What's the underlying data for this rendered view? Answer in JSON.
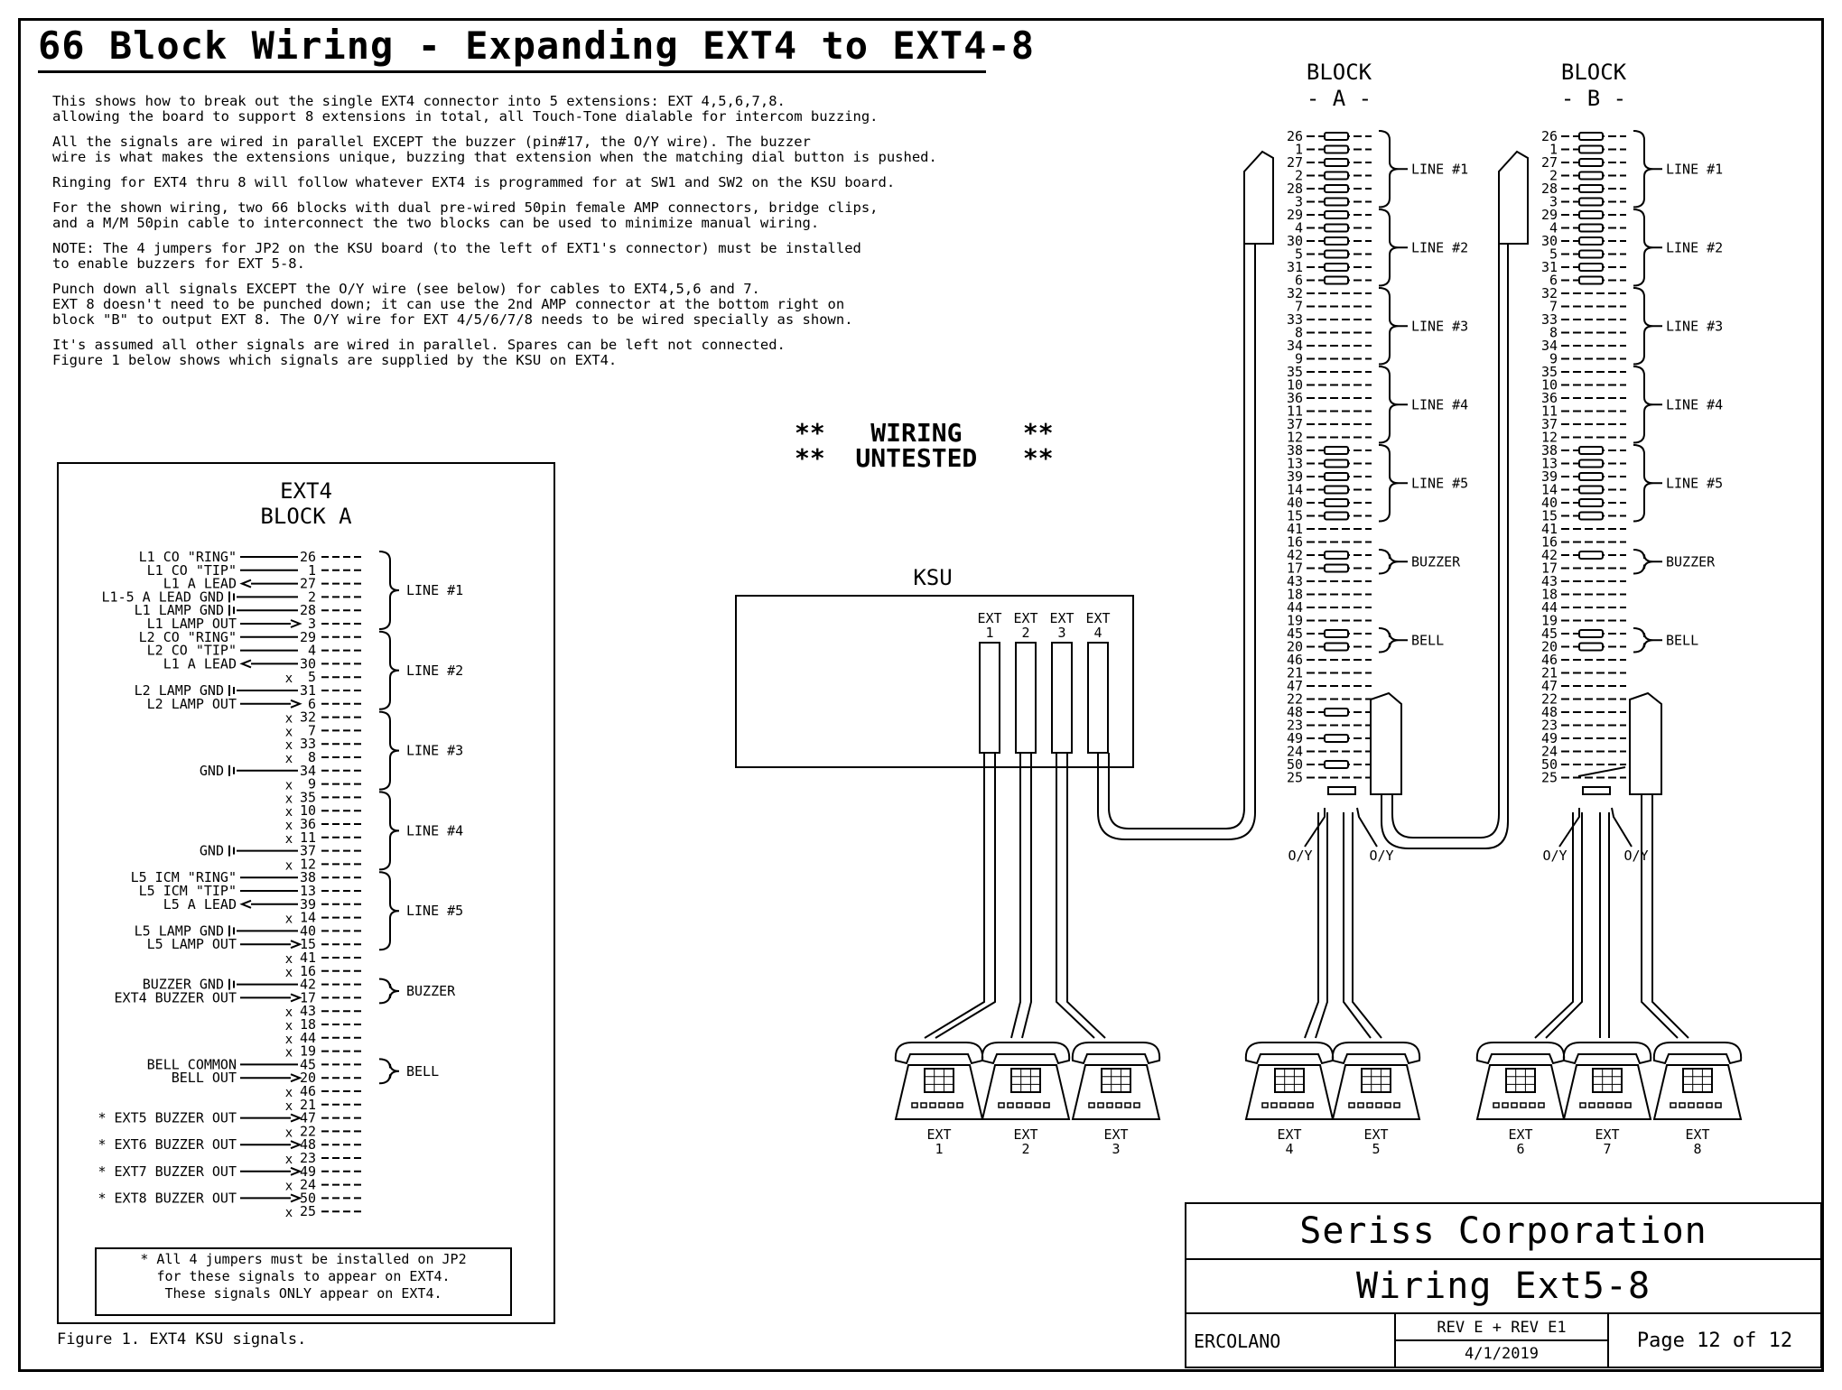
{
  "title": "66 Block Wiring - Expanding EXT4 to EXT4-8",
  "intro": [
    "This shows how to break out the single EXT4 connector into 5 extensions: EXT 4,5,6,7,8.\nallowing the board to support 8 extensions in total, all Touch-Tone dialable for intercom buzzing.",
    "All the signals are wired in parallel EXCEPT the buzzer (pin#17, the O/Y wire). The buzzer\nwire is what makes the extensions unique, buzzing that extension when the matching dial button is pushed.",
    "Ringing for EXT4 thru 8 will follow whatever EXT4 is programmed for at SW1 and SW2 on the KSU board.",
    "For the shown wiring, two 66 blocks with dual pre-wired 50pin female AMP connectors, bridge clips,\nand a M/M 50pin cable to interconnect the two blocks can be used to minimize manual wiring.",
    "NOTE: The 4 jumpers for JP2 on the KSU board (to the left of EXT1's connector) must be installed\nto enable buzzers for EXT 5-8.",
    "Punch down all signals EXCEPT the O/Y wire (see below) for cables to EXT4,5,6 and 7.\nEXT 8 doesn't need to be punched down; it can use the 2nd AMP connector at the bottom right on\nblock \"B\" to output EXT 8. The O/Y wire for EXT 4/5/6/7/8 needs to be wired specially as shown.",
    "It's assumed all other signals are wired in parallel. Spares can be left not connected.\nFigure 1 below shows which signals are supplied by the KSU on EXT4."
  ],
  "untested": "**   WIRING    **\n**  UNTESTED   **",
  "figure": {
    "title_line1": "EXT4",
    "title_line2": "BLOCK A",
    "caption": "Figure 1. EXT4 KSU signals.",
    "footnote": "* All 4 jumpers must be installed on JP2\nfor these signals to appear on EXT4.\nThese signals ONLY appear on EXT4.",
    "rows": [
      {
        "pin": "26",
        "sig": "L1 CO \"RING\"",
        "kind": "line"
      },
      {
        "pin": "1",
        "sig": "L1 CO \"TIP\"",
        "kind": "line"
      },
      {
        "pin": "27",
        "sig": "L1 A LEAD",
        "kind": "in"
      },
      {
        "pin": "2",
        "sig": "L1-5 A LEAD GND",
        "kind": "gnd"
      },
      {
        "pin": "28",
        "sig": "L1 LAMP GND",
        "kind": "gnd"
      },
      {
        "pin": "3",
        "sig": "L1 LAMP OUT",
        "kind": "out"
      },
      {
        "pin": "29",
        "sig": "L2 CO \"RING\"",
        "kind": "line"
      },
      {
        "pin": "4",
        "sig": "L2 CO \"TIP\"",
        "kind": "line"
      },
      {
        "pin": "30",
        "sig": "L1 A LEAD",
        "kind": "in"
      },
      {
        "pin": "5",
        "sig": "",
        "kind": "x"
      },
      {
        "pin": "31",
        "sig": "L2 LAMP GND",
        "kind": "gnd"
      },
      {
        "pin": "6",
        "sig": "L2 LAMP OUT",
        "kind": "out"
      },
      {
        "pin": "32",
        "sig": "",
        "kind": "x"
      },
      {
        "pin": "7",
        "sig": "",
        "kind": "x"
      },
      {
        "pin": "33",
        "sig": "",
        "kind": "x"
      },
      {
        "pin": "8",
        "sig": "",
        "kind": "x"
      },
      {
        "pin": "34",
        "sig": "GND",
        "kind": "gnd"
      },
      {
        "pin": "9",
        "sig": "",
        "kind": "x"
      },
      {
        "pin": "35",
        "sig": "",
        "kind": "x"
      },
      {
        "pin": "10",
        "sig": "",
        "kind": "x"
      },
      {
        "pin": "36",
        "sig": "",
        "kind": "x"
      },
      {
        "pin": "11",
        "sig": "",
        "kind": "x"
      },
      {
        "pin": "37",
        "sig": "GND",
        "kind": "gnd"
      },
      {
        "pin": "12",
        "sig": "",
        "kind": "x"
      },
      {
        "pin": "38",
        "sig": "L5 ICM \"RING\"",
        "kind": "line"
      },
      {
        "pin": "13",
        "sig": "L5 ICM \"TIP\"",
        "kind": "line"
      },
      {
        "pin": "39",
        "sig": "L5 A LEAD",
        "kind": "in"
      },
      {
        "pin": "14",
        "sig": "",
        "kind": "x"
      },
      {
        "pin": "40",
        "sig": "L5 LAMP GND",
        "kind": "gnd"
      },
      {
        "pin": "15",
        "sig": "L5 LAMP OUT",
        "kind": "out"
      },
      {
        "pin": "41",
        "sig": "",
        "kind": "x"
      },
      {
        "pin": "16",
        "sig": "",
        "kind": "x"
      },
      {
        "pin": "42",
        "sig": "BUZZER GND",
        "kind": "gnd"
      },
      {
        "pin": "17",
        "sig": "EXT4 BUZZER OUT",
        "kind": "out"
      },
      {
        "pin": "43",
        "sig": "",
        "kind": "x"
      },
      {
        "pin": "18",
        "sig": "",
        "kind": "x"
      },
      {
        "pin": "44",
        "sig": "",
        "kind": "x"
      },
      {
        "pin": "19",
        "sig": "",
        "kind": "x"
      },
      {
        "pin": "45",
        "sig": "BELL COMMON",
        "kind": "line"
      },
      {
        "pin": "20",
        "sig": "BELL OUT",
        "kind": "out"
      },
      {
        "pin": "46",
        "sig": "",
        "kind": "x"
      },
      {
        "pin": "21",
        "sig": "",
        "kind": "x"
      },
      {
        "pin": "47",
        "sig": "* EXT5 BUZZER OUT",
        "kind": "out"
      },
      {
        "pin": "22",
        "sig": "",
        "kind": "x"
      },
      {
        "pin": "48",
        "sig": "* EXT6 BUZZER OUT",
        "kind": "out"
      },
      {
        "pin": "23",
        "sig": "",
        "kind": "x"
      },
      {
        "pin": "49",
        "sig": "* EXT7 BUZZER OUT",
        "kind": "out"
      },
      {
        "pin": "24",
        "sig": "",
        "kind": "x"
      },
      {
        "pin": "50",
        "sig": "* EXT8 BUZZER OUT",
        "kind": "out"
      },
      {
        "pin": "25",
        "sig": "",
        "kind": "x"
      }
    ],
    "groups": [
      {
        "label": "LINE #1",
        "start": 0,
        "end": 5
      },
      {
        "label": "LINE #2",
        "start": 6,
        "end": 11
      },
      {
        "label": "LINE #3",
        "start": 12,
        "end": 17
      },
      {
        "label": "LINE #4",
        "start": 18,
        "end": 23
      },
      {
        "label": "LINE #5",
        "start": 24,
        "end": 29
      },
      {
        "label": "BUZZER",
        "start": 32,
        "end": 33
      },
      {
        "label": "BELL",
        "start": 38,
        "end": 39
      }
    ]
  },
  "blocks": {
    "pins": [
      "26",
      "1",
      "27",
      "2",
      "28",
      "3",
      "29",
      "4",
      "30",
      "5",
      "31",
      "6",
      "32",
      "7",
      "33",
      "8",
      "34",
      "9",
      "35",
      "10",
      "36",
      "11",
      "37",
      "12",
      "38",
      "13",
      "39",
      "14",
      "40",
      "15",
      "41",
      "16",
      "42",
      "17",
      "43",
      "18",
      "44",
      "19",
      "45",
      "20",
      "46",
      "21",
      "47",
      "22",
      "48",
      "23",
      "49",
      "24",
      "50",
      "25"
    ],
    "a": {
      "title_line1": "BLOCK",
      "title_line2": "- A -"
    },
    "b": {
      "title_line1": "BLOCK",
      "title_line2": "- B -"
    },
    "groups": [
      {
        "label": "LINE #1",
        "start": 0,
        "end": 5
      },
      {
        "label": "LINE #2",
        "start": 6,
        "end": 11
      },
      {
        "label": "LINE #3",
        "start": 12,
        "end": 17
      },
      {
        "label": "LINE #4",
        "start": 18,
        "end": 23
      },
      {
        "label": "LINE #5",
        "start": 24,
        "end": 29
      },
      {
        "label": "BUZZER",
        "start": 32,
        "end": 33
      },
      {
        "label": "BELL",
        "start": 38,
        "end": 39
      }
    ],
    "oy_label": "O/Y"
  },
  "ksu": {
    "label": "KSU",
    "ports": [
      {
        "line1": "EXT",
        "line2": "1"
      },
      {
        "line1": "EXT",
        "line2": "2"
      },
      {
        "line1": "EXT",
        "line2": "3"
      },
      {
        "line1": "EXT",
        "line2": "4"
      }
    ]
  },
  "phones": [
    {
      "line1": "EXT",
      "line2": "1"
    },
    {
      "line1": "EXT",
      "line2": "2"
    },
    {
      "line1": "EXT",
      "line2": "3"
    },
    {
      "line1": "EXT",
      "line2": "4"
    },
    {
      "line1": "EXT",
      "line2": "5"
    },
    {
      "line1": "EXT",
      "line2": "6"
    },
    {
      "line1": "EXT",
      "line2": "7"
    },
    {
      "line1": "EXT",
      "line2": "8"
    }
  ],
  "title_block": {
    "company": "Seriss Corporation",
    "drawing": "Wiring Ext5-8",
    "author": "ERCOLANO",
    "revision": "REV E + REV E1",
    "date": "4/1/2019",
    "page": "Page 12 of 12"
  }
}
